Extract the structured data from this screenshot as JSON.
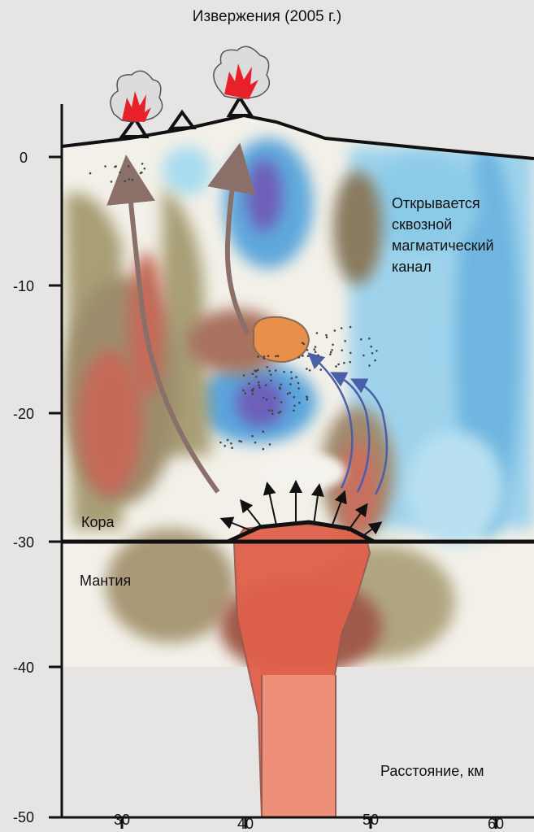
{
  "title": "Извержения (2005 г.)",
  "annotation_lines": [
    "Открывается",
    "сквозной",
    "магматический",
    "канал"
  ],
  "crust_label": "Кора",
  "mantle_label": "Мантия",
  "distance_label": "Расстояние, км",
  "y_ticks": [
    "0",
    "-10",
    "-20",
    "-30",
    "-40",
    "-50"
  ],
  "x_ticks": [
    "30",
    "40",
    "50",
    "60"
  ],
  "colors": {
    "background": "#e6e5e3",
    "magma": "#e0604a",
    "magma_pale": "#f0957e",
    "chamber": "#e8904a",
    "fast_blue": "#7fc4e6",
    "slow_purple": "#6e5fb8",
    "olive": "#a39a72",
    "fire": "#e8202a",
    "arrow_brown": "#8a7069",
    "arrow_blue": "#4a5fa8"
  }
}
